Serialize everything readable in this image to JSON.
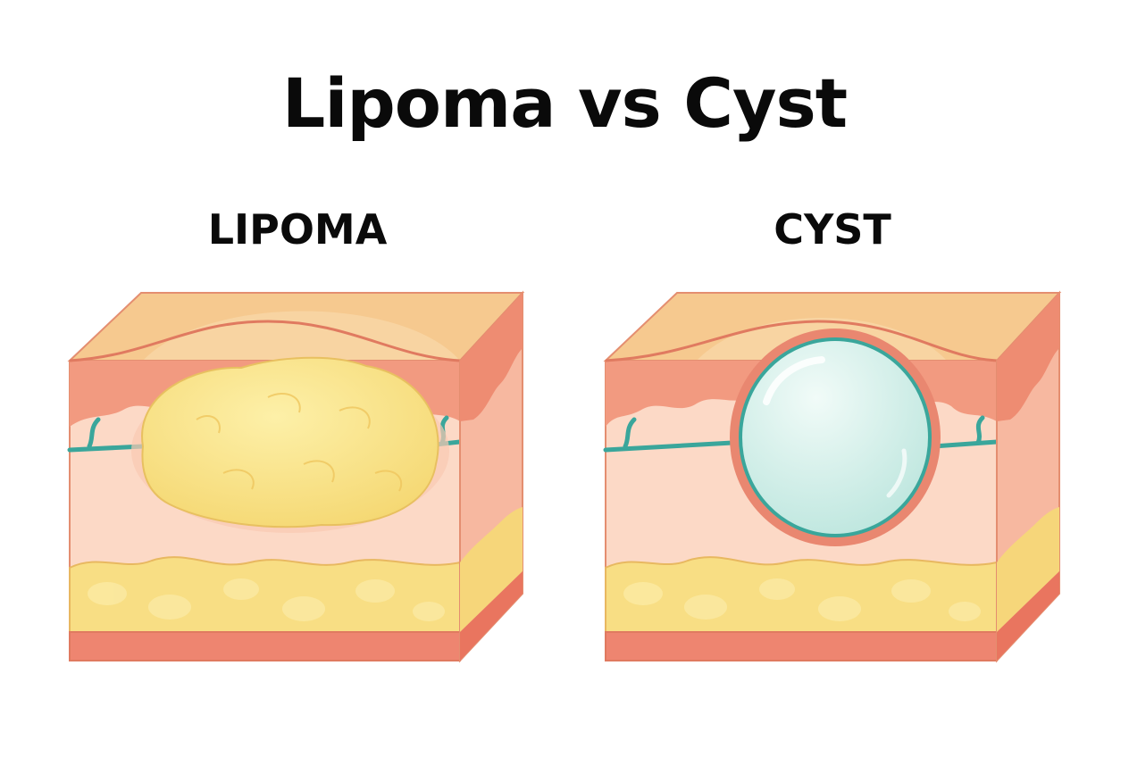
{
  "title": "Lipoma vs Cyst",
  "panels": [
    {
      "label": "LIPOMA"
    },
    {
      "label": "CYST"
    }
  ],
  "colors": {
    "skin_top": "#f6c98f",
    "epidermis": "#f29a80",
    "dermis": "#fcd9c6",
    "fat": "#f8de84",
    "fascia": "#ee8570",
    "vessel": "#3aa69b",
    "lipoma": "#f9e48c",
    "cyst_fill": "#cdeee8",
    "cyst_wall": "#e98770",
    "outline": "#e48e70"
  }
}
